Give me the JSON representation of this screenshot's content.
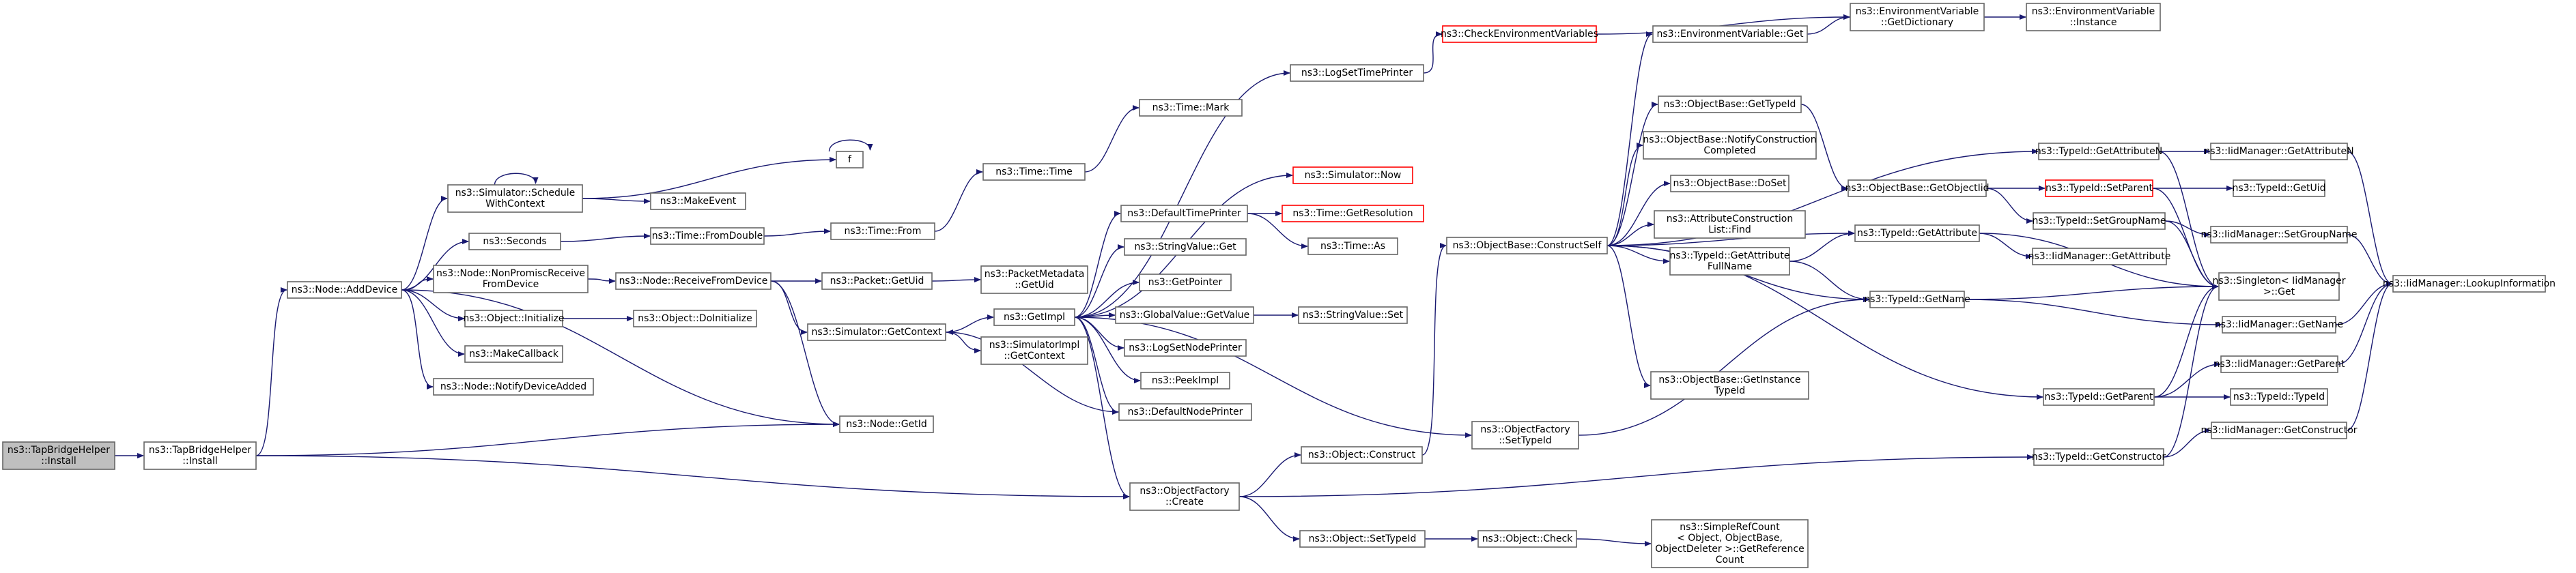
{
  "title": "",
  "colors": {
    "edge": "#191970",
    "node_border": "#666666",
    "root_fill": "#bfbfbf",
    "red_border": "#ff0000"
  },
  "nodes": [
    {
      "id": "n0",
      "lines": [
        "ns3::TapBridgeHelper",
        "::Install"
      ],
      "root": true
    },
    {
      "id": "n1",
      "lines": [
        "ns3::TapBridgeHelper",
        "::Install"
      ]
    },
    {
      "id": "n2",
      "lines": [
        "ns3::Node::AddDevice"
      ]
    },
    {
      "id": "n3",
      "lines": [
        "ns3::Simulator::Schedule",
        "WithContext"
      ]
    },
    {
      "id": "n4",
      "lines": [
        "ns3::Seconds"
      ]
    },
    {
      "id": "n5",
      "lines": [
        "ns3::Node::NonPromiscReceive",
        "FromDevice"
      ]
    },
    {
      "id": "n6",
      "lines": [
        "ns3::Object::Initialize"
      ]
    },
    {
      "id": "n7",
      "lines": [
        "ns3::MakeCallback"
      ]
    },
    {
      "id": "n8",
      "lines": [
        "ns3::Node::NotifyDeviceAdded"
      ]
    },
    {
      "id": "n9",
      "lines": [
        "ns3::Node::GetId"
      ]
    },
    {
      "id": "n10",
      "lines": [
        "ns3::MakeEvent"
      ]
    },
    {
      "id": "n11",
      "lines": [
        "f"
      ]
    },
    {
      "id": "n12",
      "lines": [
        "ns3::Time::FromDouble"
      ]
    },
    {
      "id": "n13",
      "lines": [
        "ns3::Node::ReceiveFromDevice"
      ]
    },
    {
      "id": "n14",
      "lines": [
        "ns3::Object::DoInitialize"
      ]
    },
    {
      "id": "n15",
      "lines": [
        "ns3::Time::From"
      ]
    },
    {
      "id": "n16",
      "lines": [
        "ns3::Packet::GetUid"
      ]
    },
    {
      "id": "n17",
      "lines": [
        "ns3::Simulator::GetContext"
      ]
    },
    {
      "id": "n18",
      "lines": [
        "ns3::ObjectFactory",
        "::Create"
      ]
    },
    {
      "id": "n19",
      "lines": [
        "ns3::Time::Time"
      ]
    },
    {
      "id": "n20",
      "lines": [
        "ns3::Time::Mark"
      ]
    },
    {
      "id": "n21",
      "lines": [
        "ns3::PacketMetadata",
        "::GetUid"
      ]
    },
    {
      "id": "n22",
      "lines": [
        "ns3::GetImpl"
      ]
    },
    {
      "id": "n23",
      "lines": [
        "ns3::SimulatorImpl",
        "::GetContext"
      ]
    },
    {
      "id": "n24",
      "lines": [
        "ns3::LogSetTimePrinter"
      ]
    },
    {
      "id": "n25",
      "lines": [
        "ns3::DefaultTimePrinter"
      ]
    },
    {
      "id": "n26",
      "lines": [
        "ns3::StringValue::Get"
      ]
    },
    {
      "id": "n27",
      "lines": [
        "ns3::GetPointer"
      ]
    },
    {
      "id": "n28",
      "lines": [
        "ns3::GlobalValue::GetValue"
      ]
    },
    {
      "id": "n29",
      "lines": [
        "ns3::LogSetNodePrinter"
      ]
    },
    {
      "id": "n30",
      "lines": [
        "ns3::PeekImpl"
      ]
    },
    {
      "id": "n31",
      "lines": [
        "ns3::DefaultNodePrinter"
      ]
    },
    {
      "id": "n32",
      "lines": [
        "ns3::Object::Construct"
      ]
    },
    {
      "id": "n33",
      "lines": [
        "ns3::Object::SetTypeId"
      ]
    },
    {
      "id": "n34",
      "lines": [
        "ns3::CheckEnvironmentVariables"
      ],
      "red": true
    },
    {
      "id": "n35",
      "lines": [
        "ns3::Simulator::Now"
      ],
      "red": true
    },
    {
      "id": "n36",
      "lines": [
        "ns3::Time::GetResolution"
      ],
      "red": true
    },
    {
      "id": "n37",
      "lines": [
        "ns3::Time::As"
      ]
    },
    {
      "id": "n38",
      "lines": [
        "ns3::StringValue::Set"
      ]
    },
    {
      "id": "n39",
      "lines": [
        "ns3::ObjectFactory",
        "::SetTypeId"
      ]
    },
    {
      "id": "n40",
      "lines": [
        "ns3::ObjectBase::ConstructSelf"
      ]
    },
    {
      "id": "n41",
      "lines": [
        "ns3::Object::Check"
      ]
    },
    {
      "id": "n42",
      "lines": [
        "ns3::EnvironmentVariable::Get"
      ]
    },
    {
      "id": "n43",
      "lines": [
        "ns3::ObjectBase::GetTypeId"
      ]
    },
    {
      "id": "n44",
      "lines": [
        "ns3::ObjectBase::NotifyConstruction",
        "Completed"
      ]
    },
    {
      "id": "n45",
      "lines": [
        "ns3::ObjectBase::DoSet"
      ]
    },
    {
      "id": "n46",
      "lines": [
        "ns3::AttributeConstruction",
        "List::Find"
      ]
    },
    {
      "id": "n47",
      "lines": [
        "ns3::TypeId::GetAttribute",
        "FullName"
      ]
    },
    {
      "id": "n48",
      "lines": [
        "ns3::ObjectBase::GetInstance",
        "TypeId"
      ]
    },
    {
      "id": "n49",
      "lines": [
        "ns3::SimpleRefCount",
        "< Object, ObjectBase,",
        " ObjectDeleter >::GetReference",
        "Count"
      ]
    },
    {
      "id": "n50",
      "lines": [
        "ns3::EnvironmentVariable",
        "::GetDictionary"
      ]
    },
    {
      "id": "n51",
      "lines": [
        "ns3::ObjectBase::GetObjectIid"
      ]
    },
    {
      "id": "n52",
      "lines": [
        "ns3::TypeId::GetAttribute"
      ]
    },
    {
      "id": "n53",
      "lines": [
        "ns3::TypeId::GetName"
      ]
    },
    {
      "id": "n54",
      "lines": [
        "ns3::TypeId::GetParent"
      ]
    },
    {
      "id": "n55",
      "lines": [
        "ns3::TypeId::GetConstructor"
      ]
    },
    {
      "id": "n56",
      "lines": [
        "ns3::EnvironmentVariable",
        "::Instance"
      ]
    },
    {
      "id": "n57",
      "lines": [
        "ns3::TypeId::GetAttributeN"
      ]
    },
    {
      "id": "n58",
      "lines": [
        "ns3::TypeId::SetParent"
      ],
      "red": true
    },
    {
      "id": "n59",
      "lines": [
        "ns3::TypeId::SetGroupName"
      ]
    },
    {
      "id": "n60",
      "lines": [
        "ns3::IidManager::GetAttribute"
      ]
    },
    {
      "id": "n61",
      "lines": [
        "ns3::IidManager::GetAttributeN"
      ]
    },
    {
      "id": "n62",
      "lines": [
        "ns3::TypeId::GetUid"
      ]
    },
    {
      "id": "n63",
      "lines": [
        "ns3::IidManager::SetGroupName"
      ]
    },
    {
      "id": "n64",
      "lines": [
        "ns3::Singleton< IidManager",
        " >::Get"
      ]
    },
    {
      "id": "n65",
      "lines": [
        "ns3::IidManager::GetName"
      ]
    },
    {
      "id": "n66",
      "lines": [
        "ns3::IidManager::GetParent"
      ]
    },
    {
      "id": "n67",
      "lines": [
        "ns3::TypeId::TypeId"
      ]
    },
    {
      "id": "n68",
      "lines": [
        "ns3::IidManager::GetConstructor"
      ]
    },
    {
      "id": "n69",
      "lines": [
        "ns3::IidManager::LookupInformation"
      ]
    }
  ],
  "edges": [
    [
      "n0",
      "n1"
    ],
    [
      "n1",
      "n2"
    ],
    [
      "n1",
      "n9"
    ],
    [
      "n1",
      "n18"
    ],
    [
      "n2",
      "n3"
    ],
    [
      "n2",
      "n4"
    ],
    [
      "n2",
      "n5"
    ],
    [
      "n2",
      "n6"
    ],
    [
      "n2",
      "n7"
    ],
    [
      "n2",
      "n8"
    ],
    [
      "n2",
      "n9"
    ],
    [
      "n3",
      "n3"
    ],
    [
      "n3",
      "n10"
    ],
    [
      "n3",
      "n11"
    ],
    [
      "n11",
      "n11"
    ],
    [
      "n4",
      "n12"
    ],
    [
      "n12",
      "n15"
    ],
    [
      "n15",
      "n19"
    ],
    [
      "n19",
      "n20"
    ],
    [
      "n5",
      "n13"
    ],
    [
      "n13",
      "n16"
    ],
    [
      "n13",
      "n17"
    ],
    [
      "n13",
      "n9"
    ],
    [
      "n16",
      "n21"
    ],
    [
      "n6",
      "n14"
    ],
    [
      "n17",
      "n22"
    ],
    [
      "n17",
      "n23"
    ],
    [
      "n22",
      "n24"
    ],
    [
      "n22",
      "n35"
    ],
    [
      "n22",
      "n25"
    ],
    [
      "n22",
      "n26"
    ],
    [
      "n22",
      "n27"
    ],
    [
      "n22",
      "n28"
    ],
    [
      "n22",
      "n29"
    ],
    [
      "n22",
      "n30"
    ],
    [
      "n22",
      "n31"
    ],
    [
      "n22",
      "n18"
    ],
    [
      "n22",
      "n39"
    ],
    [
      "n24",
      "n34"
    ],
    [
      "n34",
      "n50"
    ],
    [
      "n25",
      "n36"
    ],
    [
      "n25",
      "n37"
    ],
    [
      "n28",
      "n38"
    ],
    [
      "n31",
      "n17"
    ],
    [
      "n18",
      "n32"
    ],
    [
      "n18",
      "n33"
    ],
    [
      "n18",
      "n55"
    ],
    [
      "n32",
      "n40"
    ],
    [
      "n33",
      "n41"
    ],
    [
      "n41",
      "n49"
    ],
    [
      "n39",
      "n53"
    ],
    [
      "n40",
      "n42"
    ],
    [
      "n40",
      "n43"
    ],
    [
      "n40",
      "n44"
    ],
    [
      "n40",
      "n45"
    ],
    [
      "n40",
      "n46"
    ],
    [
      "n40",
      "n47"
    ],
    [
      "n40",
      "n48"
    ],
    [
      "n40",
      "n52"
    ],
    [
      "n40",
      "n53"
    ],
    [
      "n40",
      "n54"
    ],
    [
      "n40",
      "n57"
    ],
    [
      "n42",
      "n50"
    ],
    [
      "n50",
      "n56"
    ],
    [
      "n43",
      "n51"
    ],
    [
      "n51",
      "n58"
    ],
    [
      "n51",
      "n59"
    ],
    [
      "n47",
      "n52"
    ],
    [
      "n47",
      "n53"
    ],
    [
      "n52",
      "n60"
    ],
    [
      "n52",
      "n64"
    ],
    [
      "n53",
      "n64"
    ],
    [
      "n53",
      "n65"
    ],
    [
      "n54",
      "n64"
    ],
    [
      "n54",
      "n66"
    ],
    [
      "n54",
      "n67"
    ],
    [
      "n55",
      "n64"
    ],
    [
      "n55",
      "n68"
    ],
    [
      "n57",
      "n61"
    ],
    [
      "n57",
      "n64"
    ],
    [
      "n58",
      "n62"
    ],
    [
      "n58",
      "n64"
    ],
    [
      "n59",
      "n63"
    ],
    [
      "n59",
      "n64"
    ],
    [
      "n61",
      "n69"
    ],
    [
      "n63",
      "n69"
    ],
    [
      "n65",
      "n69"
    ],
    [
      "n66",
      "n69"
    ],
    [
      "n68",
      "n69"
    ]
  ]
}
